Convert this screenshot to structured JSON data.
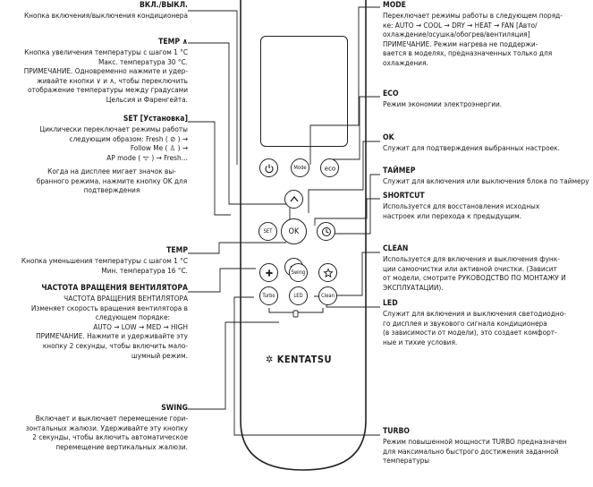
{
  "left": {
    "onoff": {
      "title": "ВКЛ./ВЫКЛ.",
      "lines": [
        "Кнопка включения/выключения кондиционера"
      ]
    },
    "temp_up": {
      "title": "TEMP ∧",
      "lines": [
        "Кнопка увеличения температуры с шагом 1 °C",
        "Макс. температура 30 °C.",
        "ПРИМЕЧАНИЕ. Одновременно нажмите и удер-",
        "живайте кнопки ∨ и ∧, чтобы переключить",
        "отображение температуры между градусами",
        "Цельсия и Фаренгейта."
      ]
    },
    "set": {
      "title": "SET [Установка]",
      "lines": [
        "Циклически переключает режимы работы",
        "следующим образом: Fresh ( ⊘ )  →",
        "Follow Me ( ♙ )  →",
        "AP mode ( ᯤ )  → Fresh…"
      ]
    },
    "set_note": {
      "lines": [
        "Когда на дисплее мигает значок вы-",
        "бранного режима, нажмите кнопку OK для",
        "подтверждения"
      ]
    },
    "temp_down": {
      "title": "TEMP",
      "lines": [
        "Кнопка уменьшения температуры с шагом 1 °C",
        "Мин. температура 16 °C."
      ]
    },
    "fan": {
      "title": "ЧАСТОТА ВРАЩЕНИЯ ВЕНТИЛЯТОРА",
      "lines": [
        "ЧАСТОТА ВРАЩЕНИЯ ВЕНТИЛЯТОРА",
        "Изменяет скорость вращения вентилятора в",
        "следующем порядке:",
        "AUTO → LOW → MED → HIGH",
        "ПРИМЕЧАНИЕ. Нажмите и удерживайте эту",
        "кнопку 2 секунды, чтобы включить мало-",
        "шумный режим."
      ]
    },
    "swing": {
      "title": "SWING",
      "lines": [
        "Включает и выключает перемещение гори-",
        "зонтальных жалюзи. Удерживайте эту кнопку",
        "2 секунды, чтобы включить автоматическое",
        "перемещение вертикальных жалюзи."
      ]
    }
  },
  "right": {
    "mode": {
      "title": "MODE",
      "lines": [
        "Переключает режимы работы в следующем поряд-",
        "ке: AUTO → COOL → DRY → HEAT → FAN [Авто/",
        "охлаждение/осушка/обогрев/вентиляция]",
        "ПРИМЕЧАНИЕ. Режим нагрева не поддержи-",
        "вается в моделях, предназначенных только для",
        "охлаждения."
      ]
    },
    "eco": {
      "title": "ECO",
      "lines": [
        "Режим экономии электроэнергии."
      ]
    },
    "ok": {
      "title": "OK",
      "lines": [
        "Служит для подтверждения выбранных настроек."
      ]
    },
    "timer": {
      "title": "ТАЙМЕР",
      "lines": [
        "Служит для включения или выключения блока по таймеру"
      ]
    },
    "shortcut": {
      "title": "SHORTCUT",
      "lines": [
        "Используется для восстановления исходных",
        "настроек или перехода к предыдущим."
      ]
    },
    "clean": {
      "title": "CLEAN",
      "lines": [
        "Используется для включения и выключения функ-",
        "ции самоочистки или активной очистки. (Зависит",
        "от модели, смотрите РУКОВОДСТВО ПО МОНТАЖУ И",
        "ЭКСПЛУАТАЦИИ)."
      ]
    },
    "led": {
      "title": "LED",
      "lines": [
        "Служит для включения и выключения светодиодно-",
        "го дисплея и звукового сигнала кондиционера",
        "(в зависимости от модели), это создает комфорт-",
        "ные и тихие условия."
      ]
    },
    "turbo": {
      "title": "TURBO",
      "lines": [
        "Режим повышенной мощности TURBO предназначен",
        "для максимально быстрого достижения заданной",
        "температуры"
      ]
    }
  },
  "remote": {
    "mode": "Mode",
    "set": "SET",
    "ok": "OK",
    "swing": "Swing",
    "turbo": "Turbo",
    "led": "LED",
    "clean": "Clean",
    "brand": "KENTATSU"
  }
}
